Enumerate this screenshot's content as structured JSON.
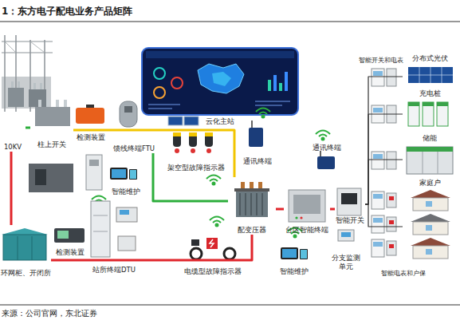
{
  "diagram": {
    "title": "1：东方电子配电业务产品矩阵",
    "caption": "来源：公司官网，东北证券",
    "nodes": [
      {
        "text": [
          "10KV"
        ]
      },
      {
        "text": [
          "云化主站"
        ]
      },
      {
        "text": [
          "检测装置"
        ]
      },
      {
        "text": [
          "馈线终端FTU"
        ]
      },
      {
        "text": [
          "柱上开关"
        ]
      },
      {
        "text": [
          "架空型故障指示器"
        ]
      },
      {
        "text": [
          "通讯终端"
        ]
      },
      {
        "text": [
          "通讯终端"
        ]
      },
      {
        "text": [
          "智能维护"
        ]
      },
      {
        "text": [
          "配变压器"
        ]
      },
      {
        "text": [
          "台区智能终端"
        ]
      },
      {
        "text": [
          "智能开关"
        ]
      },
      {
        "text": [
          "分支监测单元"
        ]
      },
      {
        "text": [
          "检测装置"
        ]
      },
      {
        "text": [
          "站所终端DTU"
        ]
      },
      {
        "text": [
          "环网柜、开闭所"
        ]
      },
      {
        "text": [
          "电缆型故障指示器"
        ]
      },
      {
        "text": [
          "智能维护"
        ]
      },
      {
        "text": [
          "分布式光伏"
        ]
      },
      {
        "text": [
          "充电桩"
        ]
      },
      {
        "text": [
          "储能"
        ]
      },
      {
        "text": [
          "家庭户"
        ]
      }
    ],
    "edges": [
      {
        "from": 0,
        "to": 4,
        "arrow": "none"
      },
      {
        "from": 0,
        "to": 15,
        "arrow": "none"
      },
      {
        "from": 4,
        "to": 9,
        "arrow": "none"
      },
      {
        "from": 3,
        "to": 9,
        "arrow": "none"
      },
      {
        "from": 15,
        "to": 9,
        "arrow": "none"
      },
      {
        "from": 9,
        "to": 10,
        "arrow": "none"
      },
      {
        "from": 10,
        "to": 11,
        "arrow": "none"
      },
      {
        "from": 11,
        "to": 18,
        "arrow": "none"
      },
      {
        "from": 11,
        "to": 19,
        "arrow": "none"
      },
      {
        "from": 11,
        "to": 20,
        "arrow": "none"
      },
      {
        "from": 11,
        "to": 21,
        "arrow": "none"
      }
    ],
    "labels": [
      "智能开关和电表",
      "智能电表和户保"
    ]
  }
}
